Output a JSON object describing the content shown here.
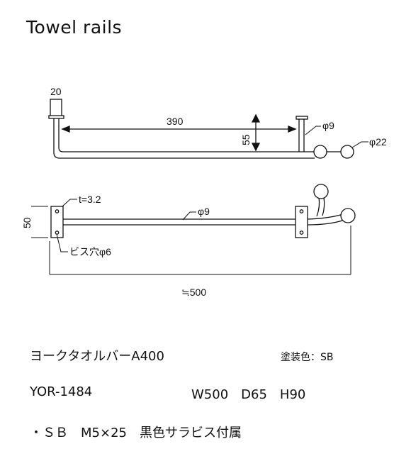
{
  "title": "Towel rails",
  "drawing": {
    "top_width_label": "20",
    "inner_span_label": "390",
    "height_label": "55",
    "bar_dia_top_label": "φ9",
    "knob_dia_label": "φ22",
    "thickness_label": "t=3.2",
    "bar_dia_front_label": "φ9",
    "plate_height_label": "50",
    "screw_hole_label": "ビス穴φ6",
    "overall_width_label": "≒500"
  },
  "product": {
    "name": "ヨークタオルバーA400",
    "paint_color": "塗装色：SB",
    "model": "YOR-1484",
    "dimensions": "W500　D65　H90",
    "accessory_note": "・ＳＢ　M5×25　黒色サラビス付属"
  }
}
